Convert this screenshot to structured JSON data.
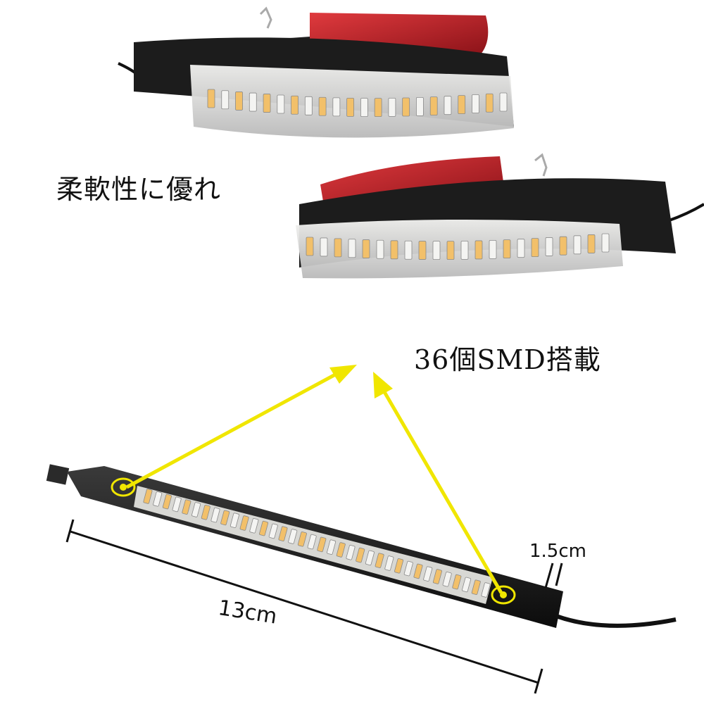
{
  "captions": {
    "flexibility": "柔軟性に優れ",
    "smd_count": "36個SMD搭載"
  },
  "dimensions": {
    "width": "1.5cm",
    "length": "13cm"
  },
  "colors": {
    "housing": "#1c1c1c",
    "reflector": "#c8222a",
    "led_warm": "#f2c06a",
    "led_cool": "#f4f4f2",
    "arrow": "#f0e600"
  },
  "icons": {
    "mount_point": "target-circle-icon",
    "zip_tie": "cable-tie-icon"
  }
}
